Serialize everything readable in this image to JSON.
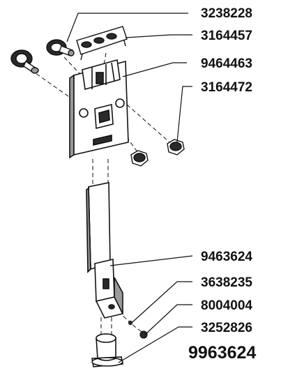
{
  "diagram": {
    "part_labels": [
      "3238228",
      "3164457",
      "9464463",
      "3164472",
      "9463624",
      "3638235",
      "8004004",
      "3252826"
    ],
    "assembly_number": "9963624"
  },
  "colors": {
    "line": "#111111",
    "part_fill": "#ffffff",
    "shade": "#9a9a9a",
    "dark": "#2a2a2a"
  }
}
